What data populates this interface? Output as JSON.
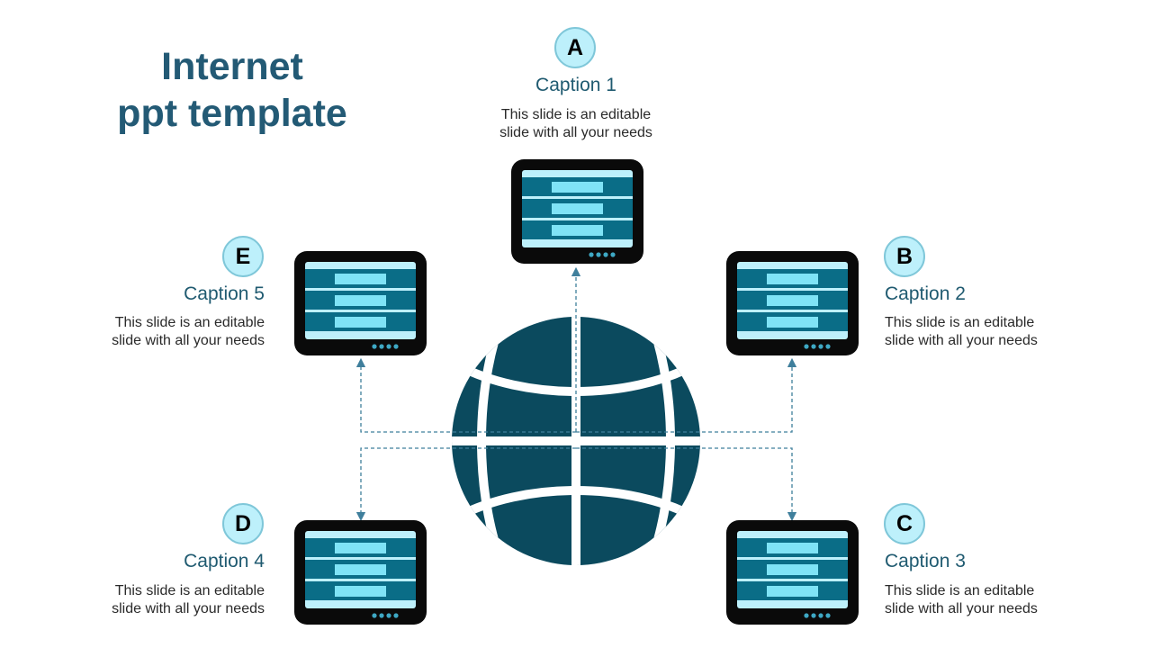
{
  "title": {
    "line1": "Internet",
    "line2": "ppt template"
  },
  "colors": {
    "globe": "#0b4a5e",
    "badge_fill": "#bdf0fb",
    "caption": "#1f5a70",
    "screen_band": "#0a6d87",
    "screen_light": "#bdf0fb",
    "slot": "#7fe3f6",
    "connector": "#3f7f9c"
  },
  "nodes": [
    {
      "id": "a",
      "letter": "A",
      "caption": "Caption 1",
      "text_line1": "This slide is an editable",
      "text_line2": "slide with all your needs"
    },
    {
      "id": "b",
      "letter": "B",
      "caption": "Caption 2",
      "text_line1": "This slide is an editable",
      "text_line2": "slide with all your needs"
    },
    {
      "id": "c",
      "letter": "C",
      "caption": "Caption 3",
      "text_line1": "This slide is an editable",
      "text_line2": "slide with all your needs"
    },
    {
      "id": "d",
      "letter": "D",
      "caption": "Caption 4",
      "text_line1": "This slide is an editable",
      "text_line2": "slide with all your needs"
    },
    {
      "id": "e",
      "letter": "E",
      "caption": "Caption 5",
      "text_line1": "This slide is an editable",
      "text_line2": "slide with all your needs"
    }
  ]
}
